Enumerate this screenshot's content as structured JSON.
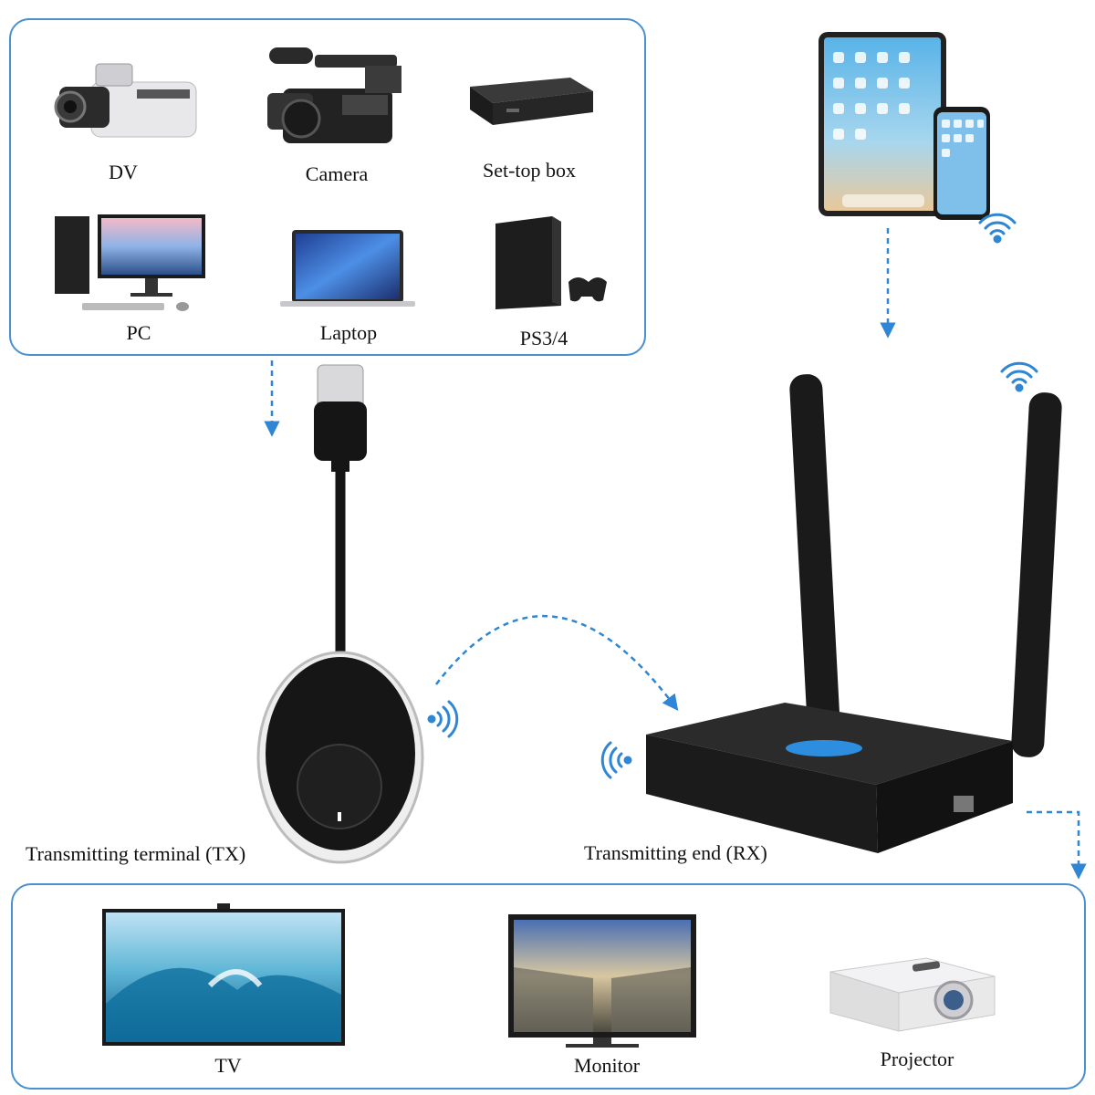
{
  "sources": {
    "items": [
      {
        "label": "DV",
        "icon": "camcorder-icon"
      },
      {
        "label": "Camera",
        "icon": "pro-video-camera-icon"
      },
      {
        "label": "Set-top box",
        "icon": "set-top-box-icon"
      },
      {
        "label": "PC",
        "icon": "desktop-pc-icon"
      },
      {
        "label": "Laptop",
        "icon": "laptop-icon"
      },
      {
        "label": "PS3/4",
        "icon": "game-console-icon"
      }
    ]
  },
  "transmitter": {
    "label": "Transmitting terminal (TX)",
    "icon": "usb-c-dongle-icon"
  },
  "receiver": {
    "label": "Transmitting end (RX)",
    "icon": "receiver-box-icon"
  },
  "mobile_sources": {
    "icons": [
      "tablet-icon",
      "phone-icon"
    ]
  },
  "displays": {
    "items": [
      {
        "label": "TV",
        "icon": "tv-icon"
      },
      {
        "label": "Monitor",
        "icon": "monitor-icon"
      },
      {
        "label": "Projector",
        "icon": "projector-icon"
      }
    ]
  },
  "colors": {
    "accent": "#4a8fce",
    "arrow": "#2f86d4",
    "device": "#1a1a1a"
  }
}
